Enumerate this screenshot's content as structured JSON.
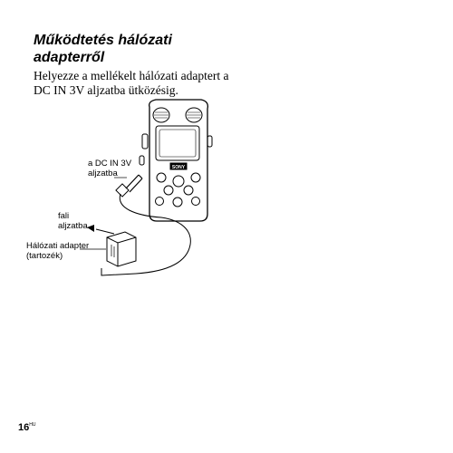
{
  "heading": {
    "line1": "Működtetés hálózati",
    "line2": "adapterről"
  },
  "body": {
    "line1": "Helyezze a mellékelt hálózati adaptert a",
    "line2": "DC IN 3V aljzatba ütközésig."
  },
  "device": {
    "brand_label": "SONY"
  },
  "callouts": {
    "dc_in": {
      "line1": "a DC IN 3V",
      "line2": "aljzatba"
    },
    "wall": {
      "line1": "fali",
      "line2": "aljzatba"
    },
    "adapter": {
      "line1": "Hálózati adapter",
      "line2": "(tartozék)"
    }
  },
  "page": {
    "number": "16",
    "lang": "HU"
  }
}
